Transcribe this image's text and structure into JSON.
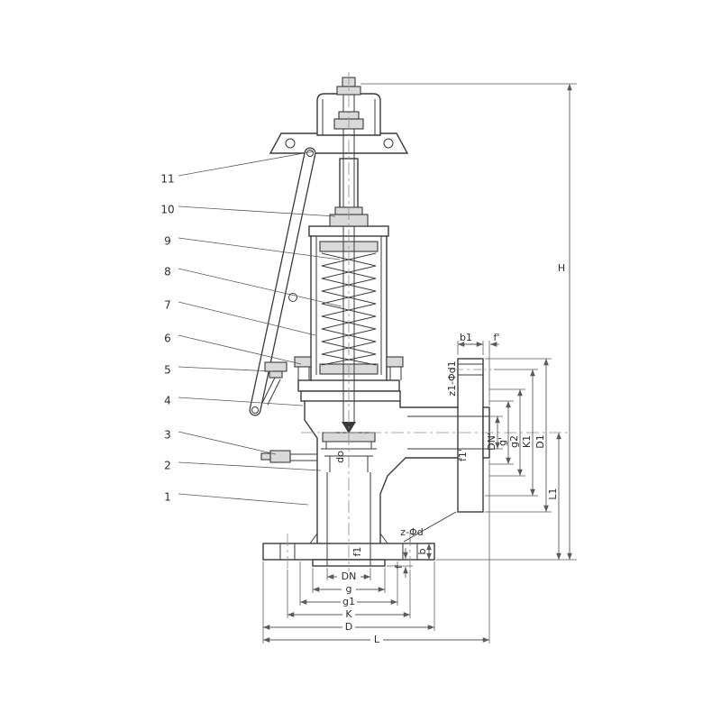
{
  "drawing": {
    "background": "#ffffff",
    "line_color": "#3a3a3a",
    "dimension_color": "#5a5a5a",
    "centerline_color": "#8c8c8c",
    "section_fill": "#d9d9d9"
  },
  "parts": [
    "11",
    "10",
    "9",
    "8",
    "7",
    "6",
    "5",
    "4",
    "3",
    "2",
    "1"
  ],
  "dims": {
    "h": "H",
    "l1": "L1",
    "d1": "D1",
    "k1": "K1",
    "g2": "g2",
    "g_prime": "g'",
    "dn_prime": "DN'",
    "b1": "b1",
    "f_prime": "f'",
    "z1_phi_d1": "z1-Φd1",
    "f1_prime": "f1'",
    "d_o": "do",
    "z_phi_d": "z-Φd",
    "b": "b",
    "f": "f",
    "f1": "f1",
    "dn": "DN",
    "g": "g",
    "g1": "g1",
    "k": "K",
    "d": "D",
    "l": "L"
  }
}
